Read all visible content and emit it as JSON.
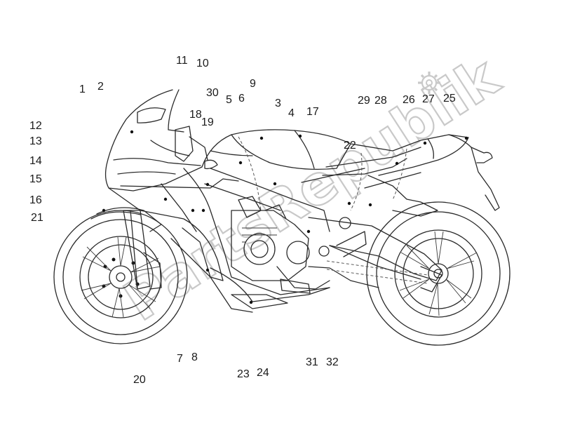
{
  "diagram": {
    "watermark": "PartsRepublik",
    "watermark_icon": "gear-icon",
    "labels": [
      {
        "id": "1",
        "text": "1"
      },
      {
        "id": "2",
        "text": "2"
      },
      {
        "id": "3",
        "text": "3"
      },
      {
        "id": "4",
        "text": "4"
      },
      {
        "id": "5",
        "text": "5"
      },
      {
        "id": "6",
        "text": "6"
      },
      {
        "id": "7",
        "text": "7"
      },
      {
        "id": "8",
        "text": "8"
      },
      {
        "id": "9",
        "text": "9"
      },
      {
        "id": "10",
        "text": "10"
      },
      {
        "id": "11",
        "text": "11"
      },
      {
        "id": "12",
        "text": "12"
      },
      {
        "id": "13",
        "text": "13"
      },
      {
        "id": "14",
        "text": "14"
      },
      {
        "id": "15",
        "text": "15"
      },
      {
        "id": "16",
        "text": "16"
      },
      {
        "id": "17",
        "text": "17"
      },
      {
        "id": "18",
        "text": "18"
      },
      {
        "id": "19",
        "text": "19"
      },
      {
        "id": "20",
        "text": "20"
      },
      {
        "id": "21",
        "text": "21"
      },
      {
        "id": "22",
        "text": "22"
      },
      {
        "id": "23",
        "text": "23"
      },
      {
        "id": "24",
        "text": "24"
      },
      {
        "id": "25",
        "text": "25"
      },
      {
        "id": "26",
        "text": "26"
      },
      {
        "id": "27",
        "text": "27"
      },
      {
        "id": "28",
        "text": "28"
      },
      {
        "id": "29",
        "text": "29"
      },
      {
        "id": "30",
        "text": "30"
      },
      {
        "id": "31",
        "text": "31"
      },
      {
        "id": "32",
        "text": "32"
      }
    ]
  }
}
